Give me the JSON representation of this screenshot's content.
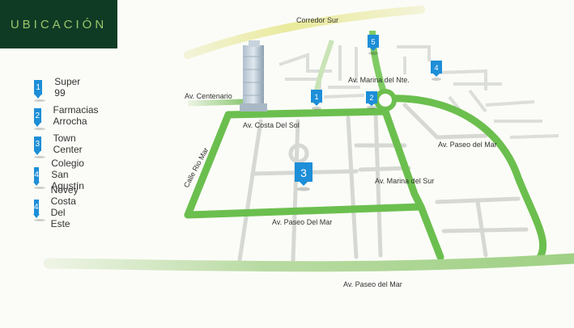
{
  "title": "UBICACIÓN",
  "legend": [
    {
      "number": "1",
      "label": "Super 99"
    },
    {
      "number": "2",
      "label": "Farmacias Arrocha"
    },
    {
      "number": "3",
      "label": "Town Center"
    },
    {
      "number": "4",
      "label": "Colegio San Agustín"
    },
    {
      "number": "4",
      "label": "Novey Costa Del Este"
    }
  ],
  "streets": {
    "corredor_sur": "Corredor Sur",
    "centenario": "Av. Centenario",
    "costa_del_sol": "Av. Costa Del Sol",
    "marina_norte": "Av. Marina del Nte.",
    "paseo_del_mar_right": "Av. Paseo del Mar",
    "calle_rio_mar": "Calle Rio Mar",
    "marina_sur": "Av. Marina del Sur",
    "paseo_del_mar_mid": "Av. Paseo Del Mar",
    "paseo_del_mar_bottom": "Av. Paseo del Mar"
  },
  "map_markers": {
    "m1": "1",
    "m2": "2",
    "m3": "3",
    "m4": "4",
    "m5": "5"
  },
  "colors": {
    "title_bg": "#0f3b25",
    "title_text": "#9cc66d",
    "main_road": "#6bbf4e",
    "minor_road": "#d6d8d3",
    "marker": "#1d8ed8"
  }
}
